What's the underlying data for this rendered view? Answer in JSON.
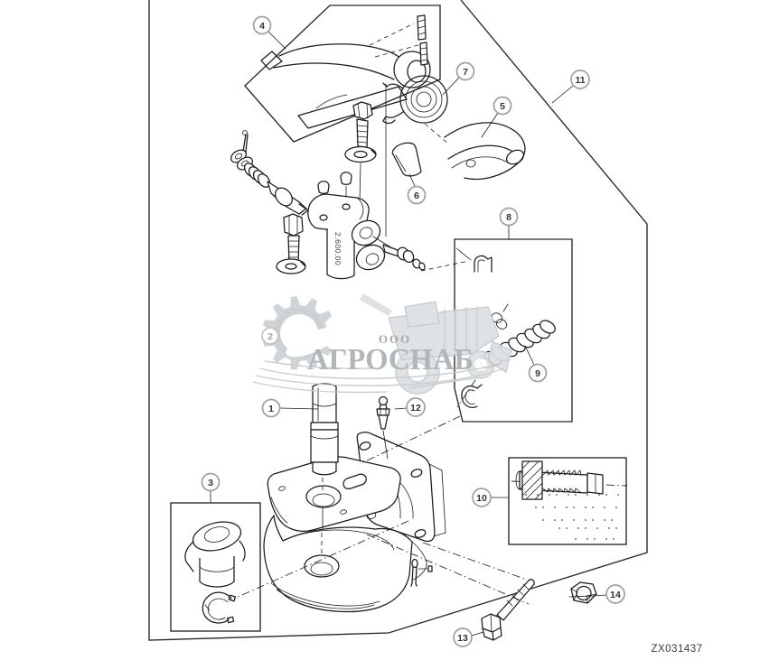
{
  "figure": {
    "part_code": "ZX031437",
    "cylinder_marking": "2.600.00"
  },
  "watermark": {
    "prefix": "ООО",
    "name": "АГРОСНАБ"
  },
  "callouts": {
    "c1": {
      "label": "1"
    },
    "c2": {
      "label": "2"
    },
    "c3": {
      "label": "3"
    },
    "c4": {
      "label": "4"
    },
    "c5": {
      "label": "5"
    },
    "c6": {
      "label": "6"
    },
    "c7": {
      "label": "7"
    },
    "c8": {
      "label": "8"
    },
    "c9": {
      "label": "9"
    },
    "c10": {
      "label": "10"
    },
    "c11": {
      "label": "11"
    },
    "c12": {
      "label": "12"
    },
    "c13": {
      "label": "13"
    },
    "c14": {
      "label": "14"
    }
  }
}
